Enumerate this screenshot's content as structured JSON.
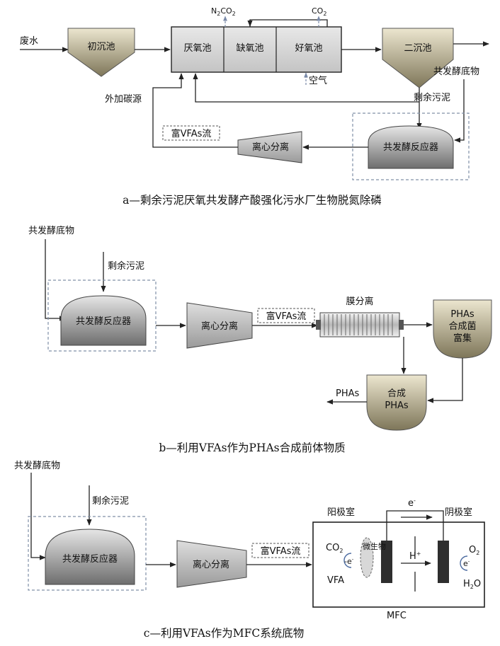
{
  "panel_a": {
    "wastewater": "废水",
    "primary_clarifier": "初沉池",
    "anaerobic_tank": "厌氧池",
    "anoxic_tank": "缺氧池",
    "aerobic_tank": "好氧池",
    "secondary_clarifier": "二沉池",
    "n2_main": "N",
    "n2_sub": "2",
    "co2_main": "CO",
    "co2_sub": "2",
    "co2b_main": "CO",
    "co2b_sub": "2",
    "air": "空气",
    "cosubstrate": "共发酵底物",
    "excess_sludge": "剩余污泥",
    "external_carbon": "外加碳源",
    "vfa_stream": "富VFAs流",
    "centrifuge": "离心分离",
    "reactor": "共发酵反应器",
    "caption": "a—剩余污泥厌氧共发酵产酸强化污水厂生物脱氮除磷"
  },
  "panel_b": {
    "cosubstrate": "共发酵底物",
    "excess_sludge": "剩余污泥",
    "reactor": "共发酵反应器",
    "centrifuge": "离心分离",
    "vfa_stream": "富VFAs流",
    "membrane": "膜分离",
    "pha_enrich_1": "PHAs",
    "pha_enrich_2": "合成菌",
    "pha_enrich_3": "富集",
    "synth_1": "合成",
    "synth_2": "PHAs",
    "pha_out": "PHAs",
    "caption": "b—利用VFAs作为PHAs合成前体物质"
  },
  "panel_c": {
    "cosubstrate": "共发酵底物",
    "excess_sludge": "剩余污泥",
    "reactor": "共发酵反应器",
    "centrifuge": "离心分离",
    "vfa_stream": "富VFAs流",
    "anode": "阳极室",
    "cathode": "阴极室",
    "electron_top": "e",
    "electron_top_sup": "-",
    "co2_main": "CO",
    "co2_sub": "2",
    "e_left": "-e",
    "e_left_sup": "-",
    "vfa": "VFA",
    "microbe": "微生物",
    "proton": "H",
    "proton_sup": "+",
    "o2_main": "O",
    "o2_sub": "2",
    "e_right": "e",
    "e_right_sup": "-",
    "h2o_main": "H",
    "h2o_sub": "2",
    "h2o_end": "O",
    "mfc": "MFC",
    "caption": "c—利用VFAs作为MFC系统底物"
  },
  "colors": {
    "tan": "#9b9275",
    "grey": "#8e8e8e",
    "tank_fill": "#d9d9d9"
  }
}
